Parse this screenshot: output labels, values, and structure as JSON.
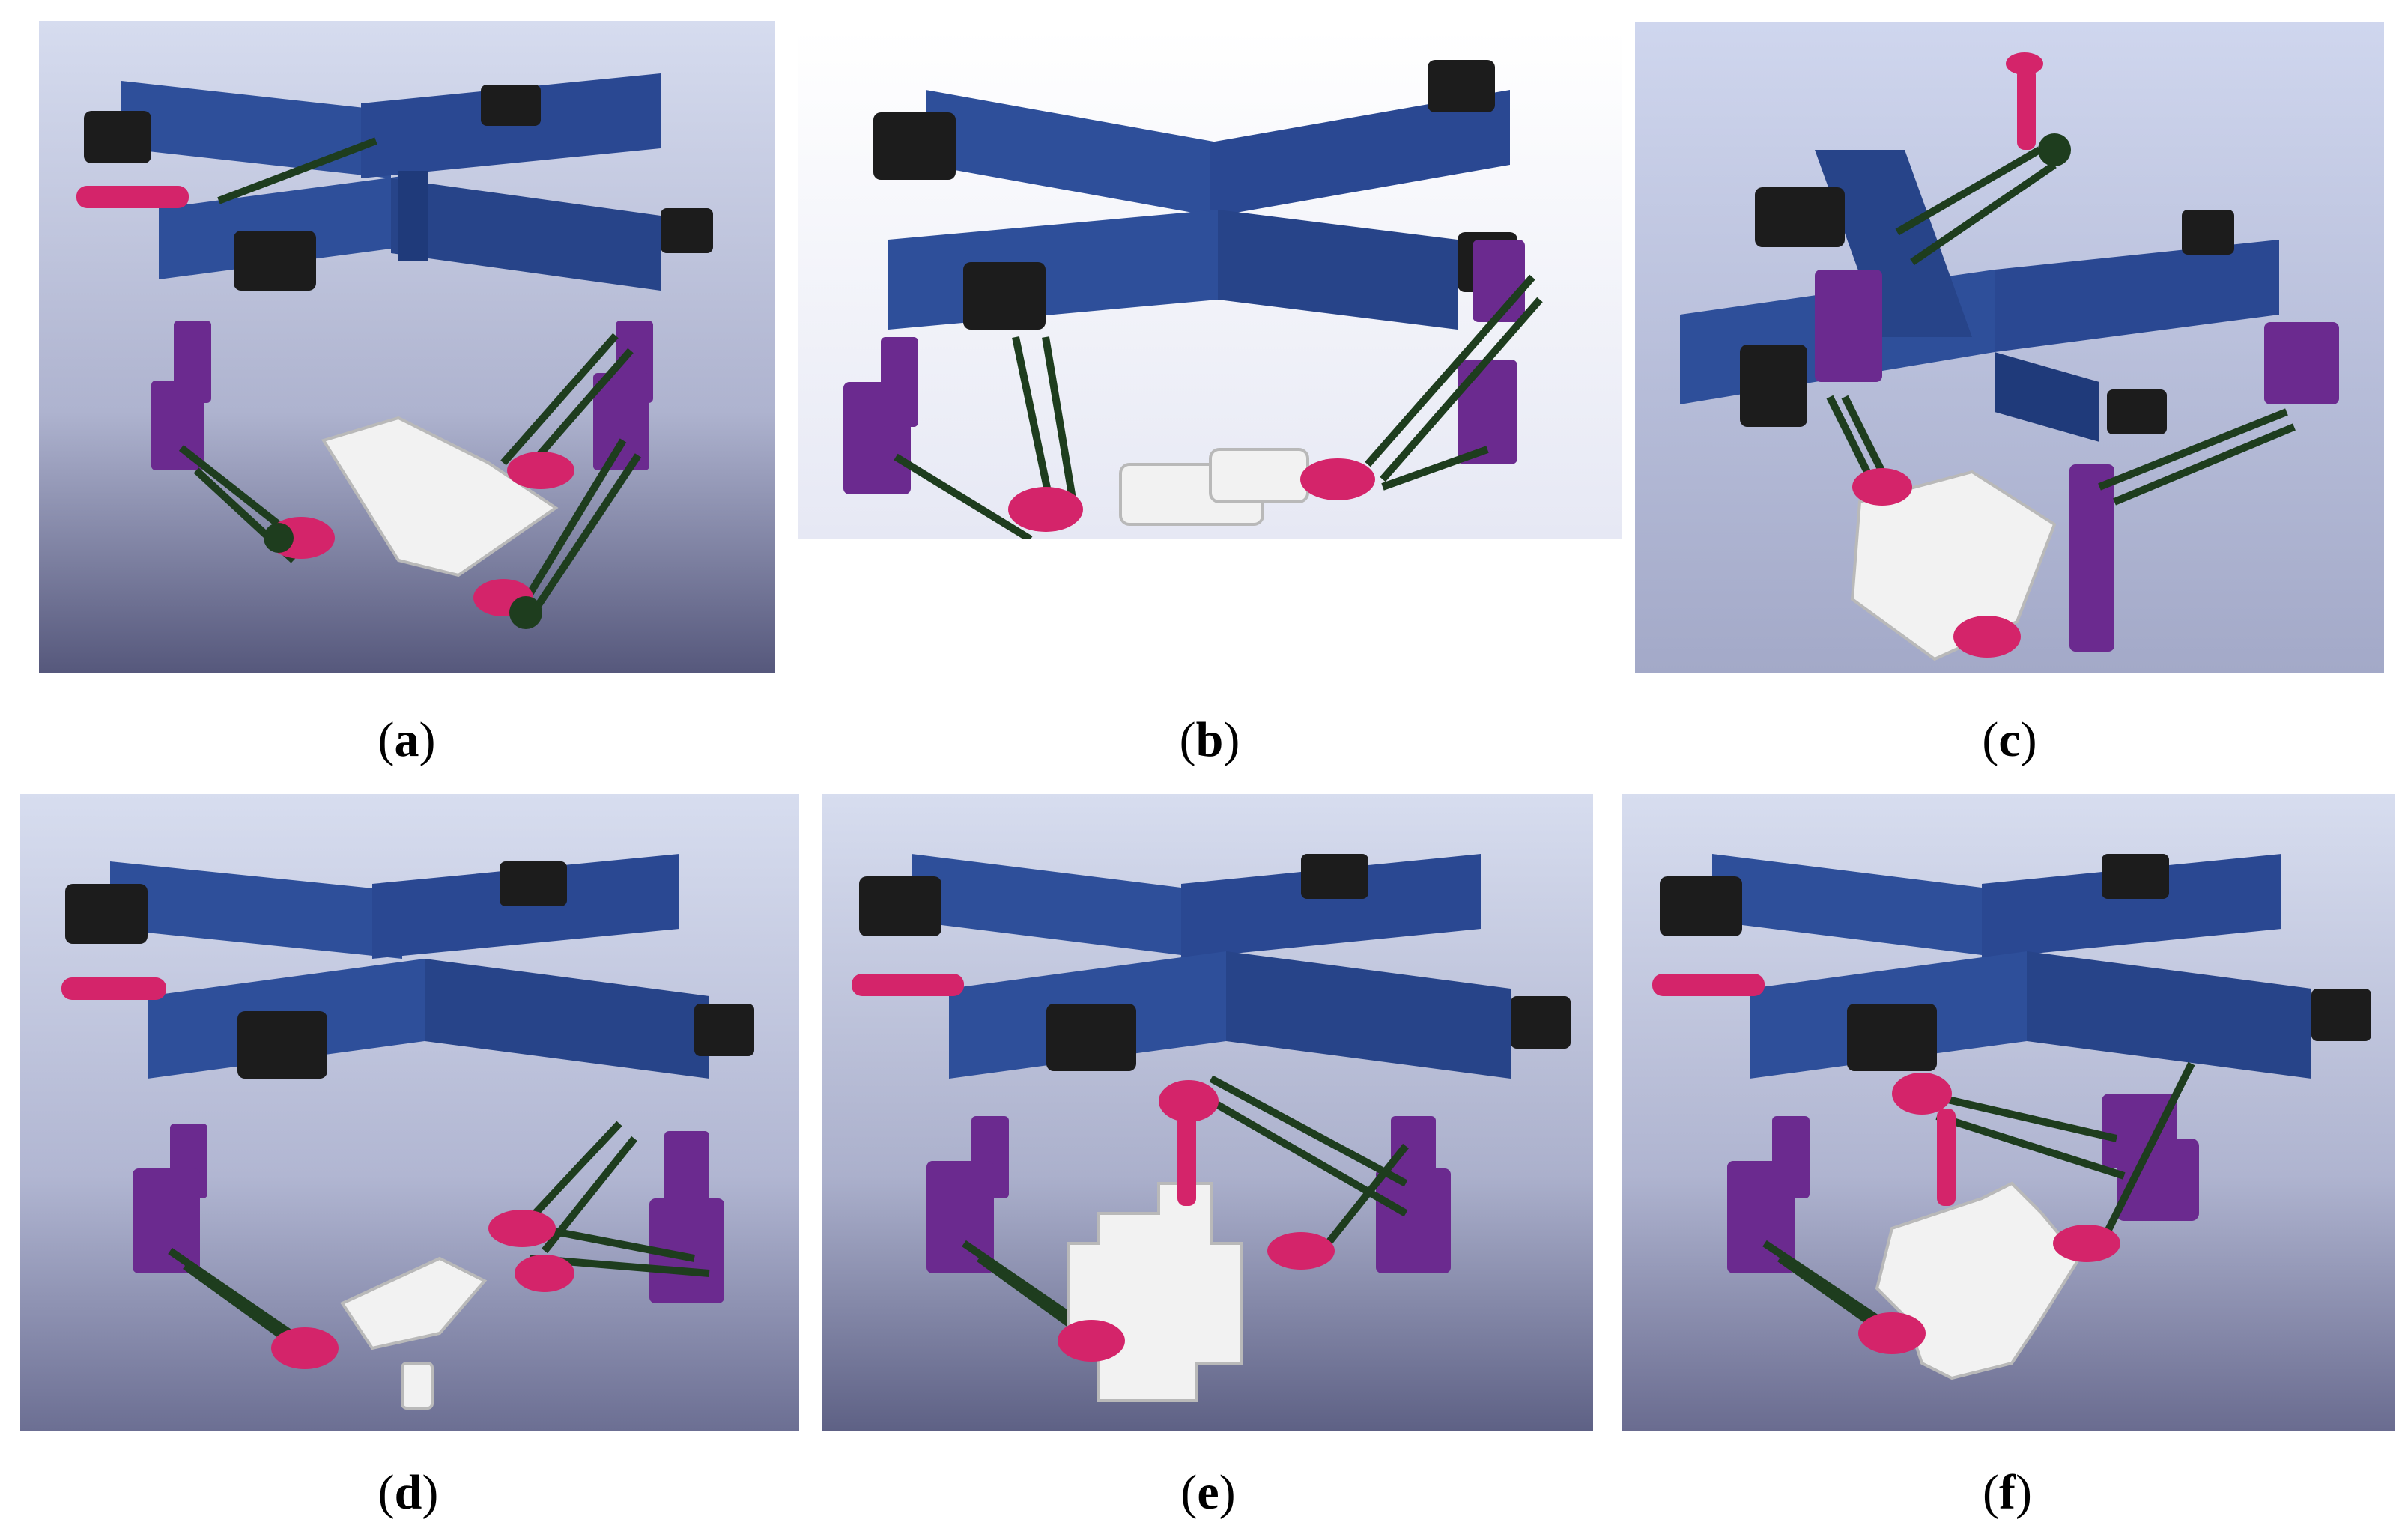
{
  "panels": [
    {
      "id": "a",
      "caption": "a",
      "view": "isometric",
      "background_top": "#d6dcef",
      "background_bottom": "#56587c"
    },
    {
      "id": "b",
      "caption": "b",
      "view": "front",
      "background_top": "#ffffff",
      "background_bottom": "#e6e8f4"
    },
    {
      "id": "c",
      "caption": "c",
      "view": "tilted",
      "background_top": "#cfd6ee",
      "background_bottom": "#a3a9c8"
    },
    {
      "id": "d",
      "caption": "d",
      "view": "isometric",
      "background_top": "#d7ddef",
      "background_bottom": "#6c6f93"
    },
    {
      "id": "e",
      "caption": "e",
      "view": "isometric",
      "background_top": "#d7ddef",
      "background_bottom": "#5e6185"
    },
    {
      "id": "f",
      "caption": "f",
      "view": "isometric",
      "background_top": "#d7ddef",
      "background_bottom": "#6a6c90"
    }
  ],
  "colors": {
    "frame": "#2e4f9a",
    "frame_dark": "#1f3a7a",
    "motor": "#1c1c1c",
    "upper_arm": "#6b2a8f",
    "rod": "#1e3d1e",
    "joint": "#d4246a",
    "platform": "#f2f2f2"
  }
}
